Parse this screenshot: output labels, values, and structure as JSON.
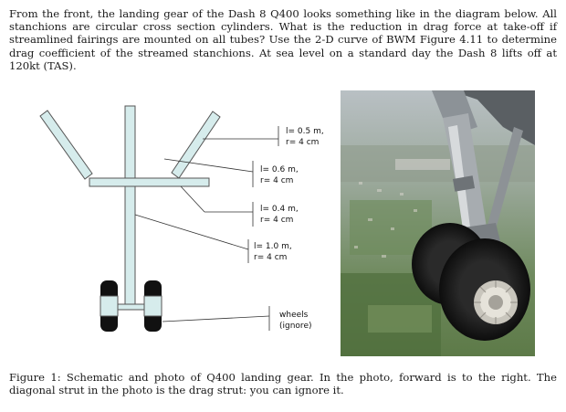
{
  "problem": {
    "text": "From the front, the landing gear of the Dash 8 Q400 looks something like in the diagram below. All stanchions are circular cross section cylinders. What is the reduction in drag force at take-off if streamlined fairings are mounted on all tubes? Use the 2-D curve of BWM Figure 4.11 to determine drag coefficient of the streamed stanchions. At sea level on a standard day the Dash 8 lifts off at 120kt (TAS)."
  },
  "diagram": {
    "labels": [
      {
        "line1": "l= 0.5 m,",
        "line2": "r= 4 cm"
      },
      {
        "line1": "l= 0.6 m,",
        "line2": "r= 4 cm"
      },
      {
        "line1": "l= 0.4 m,",
        "line2": "r= 4 cm"
      },
      {
        "line1": "l= 1.0 m,",
        "line2": "r= 4 cm"
      },
      {
        "line1": "wheels",
        "line2": "(ignore)"
      }
    ],
    "colors": {
      "strut_fill": "#d6ecec",
      "strut_stroke": "#555555",
      "wheel": "#111111"
    }
  },
  "caption": {
    "text": "Figure 1: Schematic and photo of Q400 landing gear. In the photo, forward is to the right. The diagonal strut in the photo is the drag strut: you can ignore it."
  }
}
